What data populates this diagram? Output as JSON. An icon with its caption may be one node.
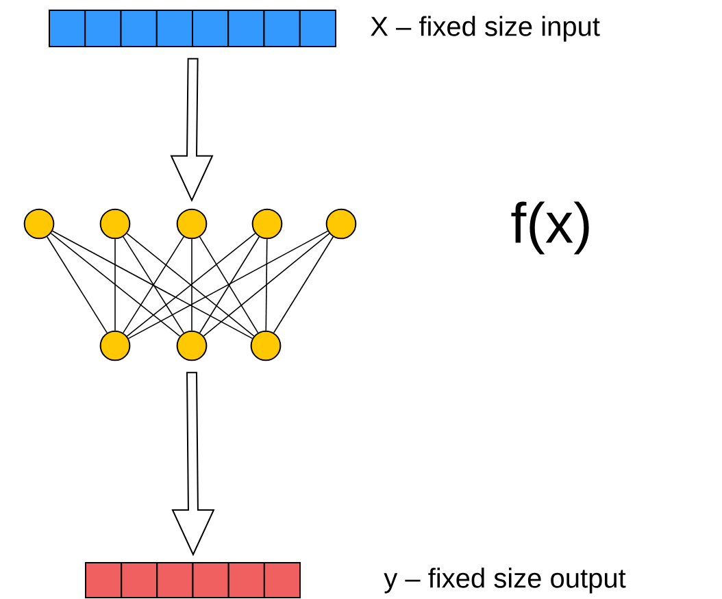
{
  "diagram": {
    "nodes": [
      {
        "text": [],
        "shape": "bar",
        "beside": [
          "X – fixed size input"
        ]
      },
      {
        "text": [],
        "shape": "circle"
      },
      {
        "text": [],
        "shape": "circle"
      },
      {
        "text": [],
        "shape": "circle"
      },
      {
        "text": [],
        "shape": "circle"
      },
      {
        "text": [],
        "shape": "circle"
      },
      {
        "text": [],
        "shape": "circle"
      },
      {
        "text": [],
        "shape": "circle"
      },
      {
        "text": [],
        "shape": "circle"
      },
      {
        "text": [],
        "shape": "bar",
        "beside": [
          "y – fixed size output"
        ]
      }
    ],
    "edges": [
      {
        "from": 0,
        "to": 3,
        "arrow": "to",
        "style": "thick"
      },
      {
        "from": 1,
        "to": 6,
        "arrow": "none"
      },
      {
        "from": 1,
        "to": 7,
        "arrow": "none"
      },
      {
        "from": 1,
        "to": 8,
        "arrow": "none"
      },
      {
        "from": 2,
        "to": 6,
        "arrow": "none"
      },
      {
        "from": 2,
        "to": 7,
        "arrow": "none"
      },
      {
        "from": 2,
        "to": 8,
        "arrow": "none"
      },
      {
        "from": 3,
        "to": 6,
        "arrow": "none"
      },
      {
        "from": 3,
        "to": 7,
        "arrow": "none"
      },
      {
        "from": 3,
        "to": 8,
        "arrow": "none"
      },
      {
        "from": 4,
        "to": 6,
        "arrow": "none"
      },
      {
        "from": 4,
        "to": 7,
        "arrow": "none"
      },
      {
        "from": 4,
        "to": 8,
        "arrow": "none"
      },
      {
        "from": 5,
        "to": 6,
        "arrow": "none"
      },
      {
        "from": 5,
        "to": 7,
        "arrow": "none"
      },
      {
        "from": 5,
        "to": 8,
        "arrow": "none"
      },
      {
        "from": 7,
        "to": 9,
        "arrow": "to",
        "style": "thick"
      }
    ],
    "labels": [
      "f(x)"
    ]
  }
}
